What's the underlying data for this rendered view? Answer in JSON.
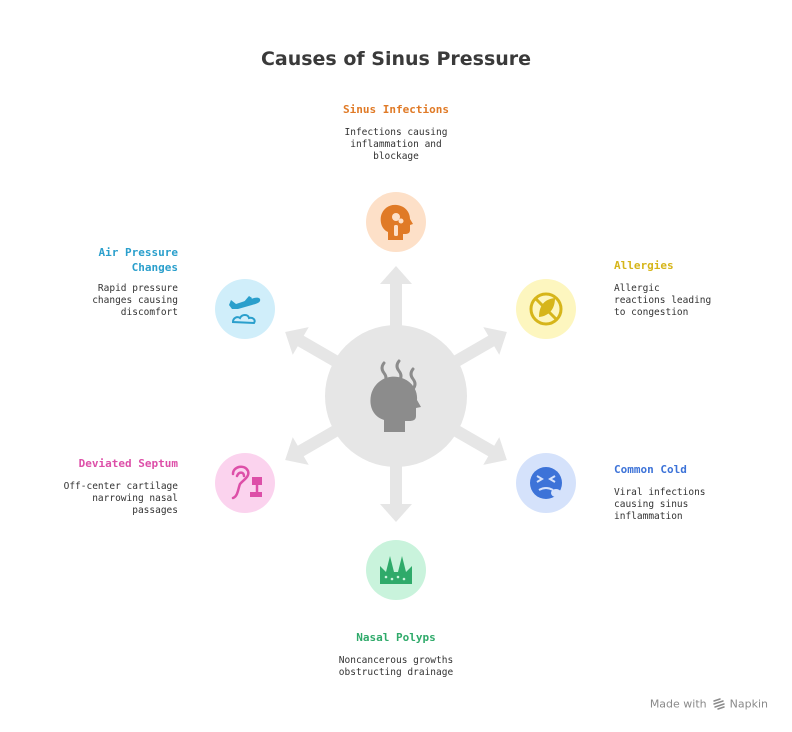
{
  "title": "Causes of Sinus Pressure",
  "center_icon": "head-steam-icon",
  "causes": [
    {
      "key": "sinus_infections",
      "title": "Sinus Infections",
      "description": "Infections causing inflammation and blockage",
      "color": "#e07a26",
      "bg": "#fde0c8",
      "icon": "head-infection-icon"
    },
    {
      "key": "allergies",
      "title": "Allergies",
      "description": "Allergic reactions leading to congestion",
      "color": "#d6b51a",
      "bg": "#fdf6bf",
      "icon": "no-leaf-icon"
    },
    {
      "key": "common_cold",
      "title": "Common Cold",
      "description": "Viral infections causing sinus inflammation",
      "color": "#3d73d8",
      "bg": "#d5e2fb",
      "icon": "sneezing-face-icon"
    },
    {
      "key": "nasal_polyps",
      "title": "Nasal Polyps",
      "description": "Noncancerous growths obstructing drainage",
      "color": "#2faa6a",
      "bg": "#c9f3dc",
      "icon": "growth-tissue-icon"
    },
    {
      "key": "deviated_septum",
      "title": "Deviated Septum",
      "description": "Off-center cartilage narrowing nasal passages",
      "color": "#dd4fa8",
      "bg": "#fbd3ee",
      "icon": "nose-septum-icon"
    },
    {
      "key": "air_pressure_changes",
      "title": "Air Pressure Changes",
      "description": "Rapid pressure changes causing discomfort",
      "color": "#2a9fcc",
      "bg": "#d0eefa",
      "icon": "airplane-cloud-icon"
    }
  ],
  "brand": {
    "prefix": "Made with",
    "name": "Napkin"
  },
  "colors": {
    "center": "#e6e6e6",
    "arrow": "#e6e6e6",
    "icon_gray": "#8c8c8c"
  }
}
